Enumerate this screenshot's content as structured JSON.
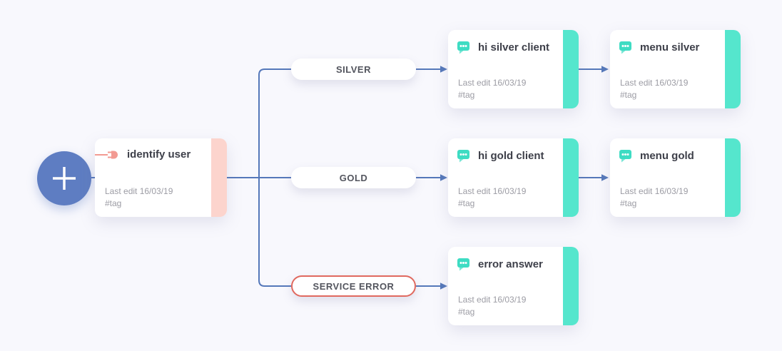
{
  "app": {
    "title": "chatbot flow builder canvas"
  },
  "colors": {
    "background": "#f8f8fd",
    "connector": "#5578ba",
    "plus_circle": "#5e7dc2",
    "accent_pink": "#fcd4cd",
    "accent_teal": "#55e6cd",
    "plug_icon": "#f29a92",
    "chat_icon": "#3edcc3",
    "error_border": "#e0695f",
    "title_text": "#3d3f49",
    "meta_text": "#9c9ca4",
    "pill_text": "#53555e"
  },
  "icons": {
    "plus-icon": "+",
    "plug-icon": "plug-with-cord",
    "chat-icon": "speech-bubble-dots"
  },
  "nodes": [
    {
      "title": "identify user",
      "meta": "Last edit 16/03/19",
      "tag": "#tag",
      "icon": "plug-icon",
      "accent": "pink"
    },
    {
      "title": "hi silver client",
      "meta": "Last edit 16/03/19",
      "tag": "#tag",
      "icon": "chat-icon",
      "accent": "teal"
    },
    {
      "title": "menu silver",
      "meta": "Last edit 16/03/19",
      "tag": "#tag",
      "icon": "chat-icon",
      "accent": "teal"
    },
    {
      "title": "hi gold client",
      "meta": "Last edit 16/03/19",
      "tag": "#tag",
      "icon": "chat-icon",
      "accent": "teal"
    },
    {
      "title": "menu gold",
      "meta": "Last edit 16/03/19",
      "tag": "#tag",
      "icon": "chat-icon",
      "accent": "teal"
    },
    {
      "title": "error answer",
      "meta": "Last edit 16/03/19",
      "tag": "#tag",
      "icon": "chat-icon",
      "accent": "teal"
    }
  ],
  "branches": [
    {
      "label": "SILVER",
      "style": "default"
    },
    {
      "label": "GOLD",
      "style": "default"
    },
    {
      "label": "SERVICE ERROR",
      "style": "error"
    }
  ]
}
